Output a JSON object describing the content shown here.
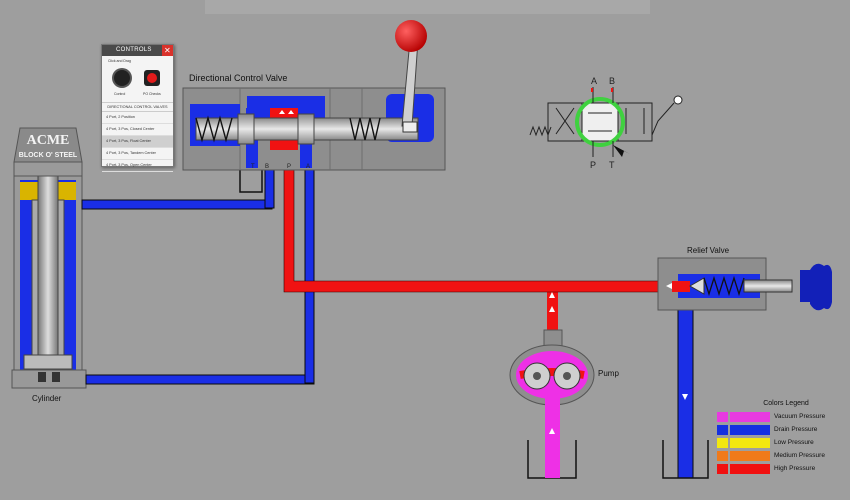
{
  "labels": {
    "directional_valve": "Directional Control Valve",
    "relief_valve": "Relief Valve",
    "pump": "Pump",
    "cylinder": "Cylinder",
    "acme_line1": "ACME",
    "acme_line2": "BLOCK O' STEEL",
    "port_t": "T",
    "port_b": "B",
    "port_p": "P",
    "port_a": "A"
  },
  "symbol": {
    "top_a": "A",
    "top_b": "B",
    "bottom_p": "P",
    "bottom_t": "T"
  },
  "controls": {
    "title": "CONTROLS",
    "close": "✕",
    "knob_caption": "Click and Drag",
    "knob_label": "Control",
    "button_label": "PO Checks",
    "subtitle": "DIRECTIONAL CONTROL VALVES",
    "items": [
      "4 Port, 2 Position",
      "4 Port, 3 Pos, Closed Center",
      "4 Port, 3 Pos, Float Center",
      "4 Port, 3 Pos, Tandem Center",
      "4 Port, 3 Pos, Open Center"
    ],
    "selected_index": 2
  },
  "legend": {
    "title": "Colors Legend",
    "items": [
      {
        "label": "Vacuum Pressure",
        "color": "#e83ae0"
      },
      {
        "label": "Drain Pressure",
        "color": "#1530e0"
      },
      {
        "label": "Low Pressure",
        "color": "#f3e80f"
      },
      {
        "label": "Medium Pressure",
        "color": "#f07a1a"
      },
      {
        "label": "High Pressure",
        "color": "#f01010"
      }
    ]
  },
  "colors": {
    "high": "#f01212",
    "drain": "#1a2ee6",
    "vacuum": "#ee30e6",
    "accent_green": "#3fd13f",
    "steel": "#9a9a9a"
  }
}
